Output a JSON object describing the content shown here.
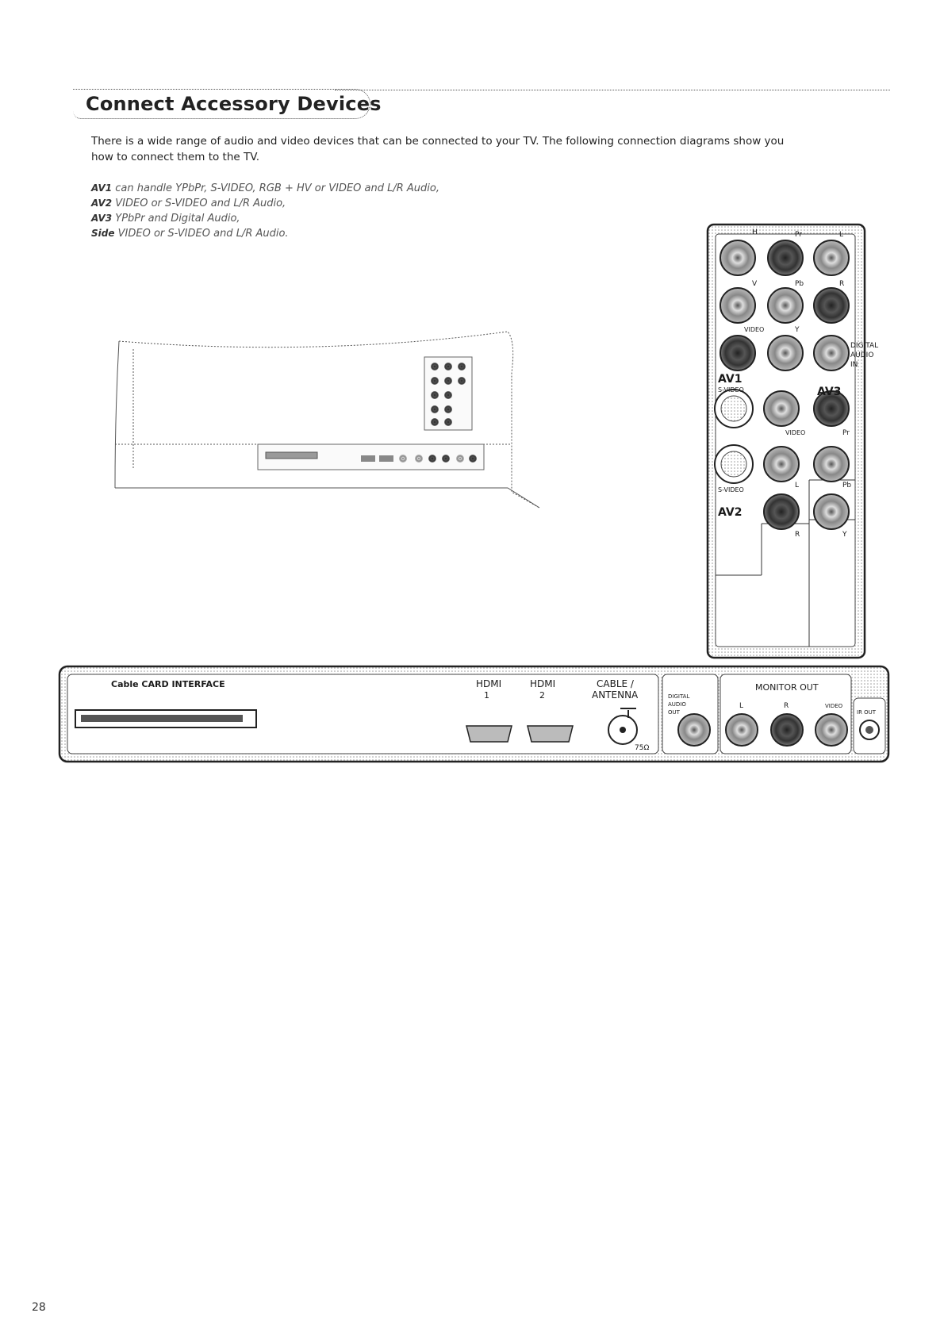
{
  "section": {
    "title": "Connect Accessory Devices"
  },
  "intro": {
    "line1": "There is a wide range of audio and video devices that can be connected to your TV. The following connection diagrams show you",
    "line2": "how to connect them to the TV."
  },
  "modes": [
    {
      "name": "AV1",
      "desc": "can handle YPbPr, S-VIDEO, RGB + HV or VIDEO and L/R Audio,"
    },
    {
      "name": "AV2",
      "desc": "VIDEO or S-VIDEO and L/R Audio,"
    },
    {
      "name": "AV3",
      "desc": "YPbPr and Digital Audio,"
    },
    {
      "name": "Side",
      "desc": "VIDEO or S-VIDEO and L/R Audio."
    }
  ],
  "side_panel": {
    "labels": {
      "h": "H",
      "pr_top": "Pr",
      "l_top": "L",
      "v": "V",
      "pb_top": "Pb",
      "r_top": "R",
      "video_av1": "VIDEO",
      "y_av1": "Y",
      "digital_audio_in": [
        "DIGITAL",
        "AUDIO",
        "IN"
      ],
      "av1": "AV1",
      "svideo_av1": "S-VIDEO",
      "av3": "AV3",
      "video_av2": "VIDEO",
      "pr_av3": "Pr",
      "l_av2": "L",
      "pb_av3": "Pb",
      "svideo_av2": "S-VIDEO",
      "av2": "AV2",
      "r_av2": "R",
      "y_av3": "Y"
    }
  },
  "bottom_panel": {
    "cable_card": "Cable CARD INTERFACE",
    "hdmi1": [
      "HDMI",
      "1"
    ],
    "hdmi2": [
      "HDMI",
      "2"
    ],
    "cable_antenna": [
      "CABLE /",
      "ANTENNA"
    ],
    "ohm": "75Ω",
    "digital_audio_out": [
      "DIGITAL",
      "AUDIO",
      "OUT"
    ],
    "monitor_out": "MONITOR OUT",
    "mon_l": "L",
    "mon_r": "R",
    "mon_video": "VIDEO",
    "ir_out": "IR OUT"
  },
  "page_number": "28"
}
